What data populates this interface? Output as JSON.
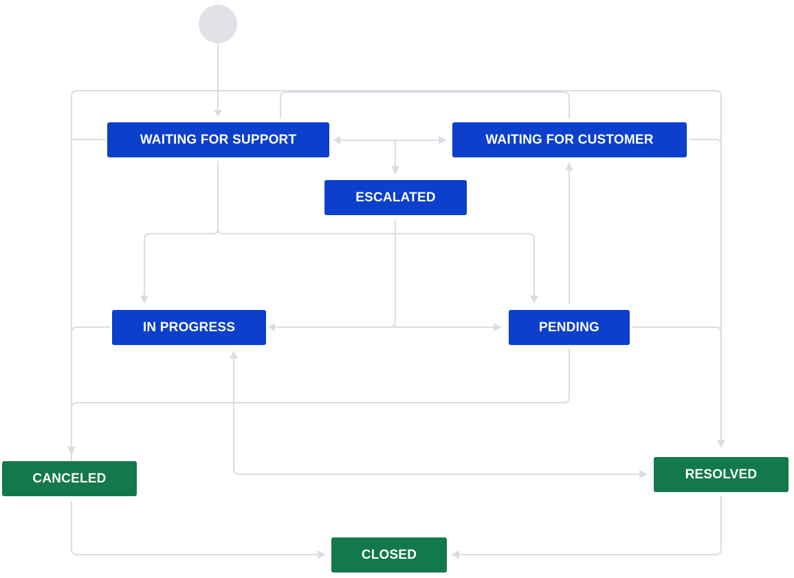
{
  "diagram": {
    "type": "workflow",
    "start": "start-node",
    "colors": {
      "in_progress_status": "#0b3fcc",
      "done_status": "#13784a",
      "transition_line": "#d9dde4",
      "start_node": "#dfe1e6"
    },
    "statuses": {
      "waiting_for_support": "WAITING FOR SUPPORT",
      "waiting_for_customer": "WAITING FOR CUSTOMER",
      "escalated": "ESCALATED",
      "in_progress": "IN PROGRESS",
      "pending": "PENDING",
      "canceled": "CANCELED",
      "resolved": "RESOLVED",
      "closed": "CLOSED"
    },
    "transitions": [
      {
        "from": "start",
        "to": "WAITING FOR SUPPORT"
      },
      {
        "from": "WAITING FOR SUPPORT",
        "to": "WAITING FOR CUSTOMER"
      },
      {
        "from": "WAITING FOR CUSTOMER",
        "to": "WAITING FOR SUPPORT"
      },
      {
        "from": "WAITING FOR SUPPORT",
        "to": "ESCALATED"
      },
      {
        "from": "WAITING FOR CUSTOMER",
        "to": "ESCALATED"
      },
      {
        "from": "WAITING FOR SUPPORT",
        "to": "IN PROGRESS"
      },
      {
        "from": "WAITING FOR SUPPORT",
        "to": "PENDING"
      },
      {
        "from": "ESCALATED",
        "to": "IN PROGRESS"
      },
      {
        "from": "ESCALATED",
        "to": "PENDING"
      },
      {
        "from": "PENDING",
        "to": "WAITING FOR CUSTOMER"
      },
      {
        "from": "IN PROGRESS",
        "to": "RESOLVED"
      },
      {
        "from": "RESOLVED",
        "to": "IN PROGRESS"
      },
      {
        "from": "WAITING FOR CUSTOMER",
        "to": "RESOLVED"
      },
      {
        "from": "PENDING",
        "to": "RESOLVED"
      },
      {
        "from": "WAITING FOR SUPPORT",
        "to": "CANCELED"
      },
      {
        "from": "IN PROGRESS",
        "to": "CANCELED"
      },
      {
        "from": "PENDING",
        "to": "CANCELED"
      },
      {
        "from": "CANCELED",
        "to": "CLOSED"
      },
      {
        "from": "RESOLVED",
        "to": "CLOSED"
      }
    ]
  }
}
